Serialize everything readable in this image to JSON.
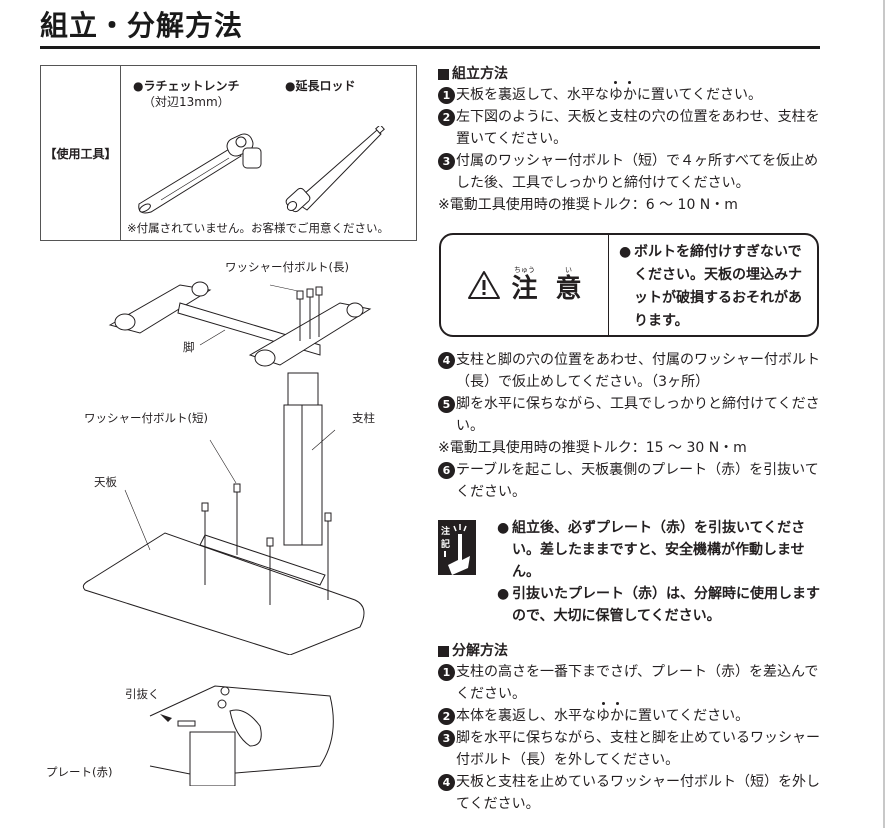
{
  "header": {
    "title": "組立・分解方法"
  },
  "tools": {
    "label": "【使用工具】",
    "items": [
      {
        "name": "●ラチェットレンチ",
        "sub": "（対辺13mm）",
        "icon": "ratchet-wrench-icon"
      },
      {
        "name": "●延長ロッド",
        "sub": "",
        "icon": "extension-rod-icon"
      }
    ],
    "note": "※付属されていません。お客様でご用意ください。"
  },
  "assembly_diagram": {
    "labels": {
      "long_bolt": "ワッシャー付ボルト(長)",
      "leg": "脚",
      "short_bolt": "ワッシャー付ボルト(短)",
      "column": "支柱",
      "tabletop": "天板"
    }
  },
  "plate_diagram": {
    "labels": {
      "pull_out": "引抜く",
      "plate": "プレート(赤)"
    }
  },
  "assembly": {
    "heading": "組立方法",
    "steps": [
      {
        "num": "1",
        "text_before": "天板を裏返して、水平な",
        "emphasis": "ゆか",
        "text_after": "に置いてください。"
      },
      {
        "num": "2",
        "text": "左下図のように、天板と支柱の穴の位置をあわせ、支柱を置いてください。"
      },
      {
        "num": "3",
        "text": "付属のワッシャー付ボルト（短）で４ヶ所すべてを仮止めした後、工具でしっかりと締付けてください。"
      }
    ],
    "torque_note_1": "※電動工具使用時の推奨トルク：6 ～ 10 N・m",
    "steps2": [
      {
        "num": "4",
        "text": "支柱と脚の穴の位置をあわせ、付属のワッシャー付ボルト（長）で仮止めしてください。（3ヶ所）"
      },
      {
        "num": "5",
        "text": "脚を水平に保ちながら、工具でしっかりと締付けてください。"
      }
    ],
    "torque_note_2": "※電動工具使用時の推奨トルク：15 ～ 30 N・m",
    "steps3": [
      {
        "num": "6",
        "text": "テーブルを起こし、天板裏側のプレート（赤）を引抜いてください。"
      }
    ]
  },
  "caution": {
    "char1": "注",
    "ruby1": "ちゅう",
    "char2": "意",
    "ruby2": "い",
    "icon": "warning-triangle-icon",
    "text": "ボルトを締付けすぎないでください。天板の埋込みナットが破損するおそれがあります。"
  },
  "notice": {
    "icon_label": "注記！",
    "bullets": [
      "組立後、必ずプレート（赤）を引抜いてください。差したままですと、安全機構が作動しません。",
      "引抜いたプレート（赤）は、分解時に使用しますので、大切に保管してください。"
    ]
  },
  "disassembly": {
    "heading": "分解方法",
    "steps": [
      {
        "num": "1",
        "text": "支柱の高さを一番下までさげ、プレート（赤）を差込んでください。"
      },
      {
        "num": "2",
        "text_before": "本体を裏返し、水平な",
        "emphasis": "ゆか",
        "text_after": "に置いてください。"
      },
      {
        "num": "3",
        "text": "脚を水平に保ちながら、支柱と脚を止めているワッシャー付ボルト（長）を外してください。"
      },
      {
        "num": "4",
        "text": "天板と支柱を止めているワッシャー付ボルト（短）を外してください。"
      }
    ]
  }
}
